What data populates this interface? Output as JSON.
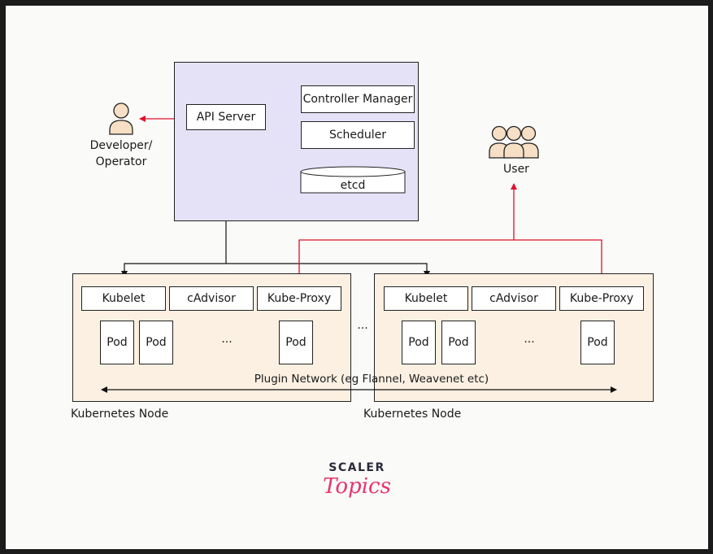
{
  "control_plane": {
    "api_server": "API Server",
    "controller_manager": "Controller Manager",
    "scheduler": "Scheduler",
    "etcd": "etcd"
  },
  "developer": {
    "line1": "Developer/",
    "line2": "Operator"
  },
  "user": {
    "label": "User"
  },
  "node_left": {
    "kubelet": "Kubelet",
    "cadvisor": "cAdvisor",
    "kube_proxy": "Kube-Proxy",
    "pods": [
      "Pod",
      "Pod",
      "Pod"
    ],
    "ellipsis": "...",
    "label": "Kubernetes Node"
  },
  "node_right": {
    "kubelet": "Kubelet",
    "cadvisor": "cAdvisor",
    "kube_proxy": "Kube-Proxy",
    "pods": [
      "Pod",
      "Pod",
      "Pod"
    ],
    "ellipsis": "...",
    "label": "Kubernetes Node"
  },
  "between_nodes": "...",
  "plugin_network": "Plugin Network (eg Flannel, Weavenet etc)",
  "logo": {
    "line1": "SCALER",
    "line2": "Topics"
  },
  "colors": {
    "control_plane_bg": "#e5e2f7",
    "node_bg": "#fbf0e2",
    "red_arrow": "#e0102a",
    "logo_pink": "#e8336d"
  }
}
